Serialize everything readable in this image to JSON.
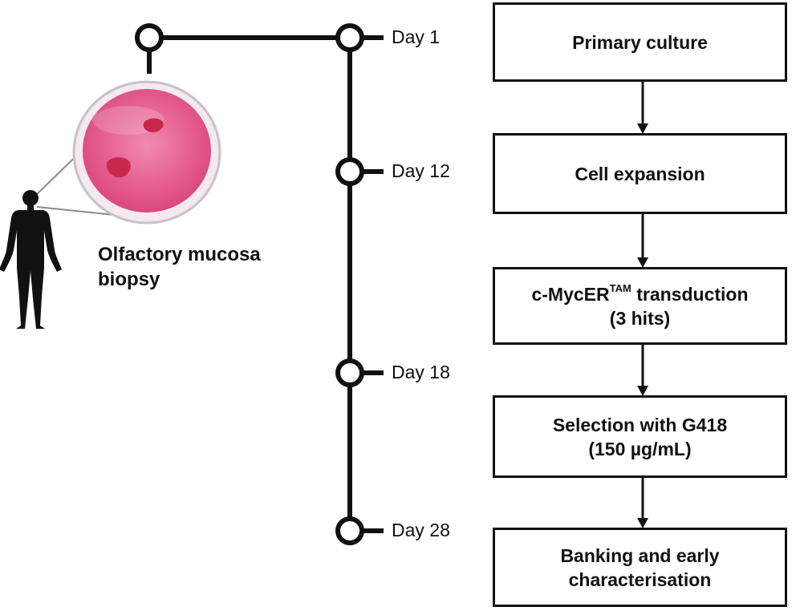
{
  "steps": {
    "primary_culture": "Primary culture",
    "cell_expansion": "Cell expansion",
    "transduction": {
      "prefix": "c-MycER",
      "superscript": "TAM",
      "suffix": " transduction",
      "line2": "(3 hits)"
    },
    "selection": {
      "line1": "Selection with G418",
      "line2": "(150 µg/mL)"
    },
    "banking": {
      "line1": "Banking and early",
      "line2": "characterisation"
    }
  },
  "timeline": {
    "day1": "Day 1",
    "day12": "Day 12",
    "day18": "Day 18",
    "day28": "Day 28"
  },
  "biopsy": {
    "line1": "Olfactory mucosa",
    "line2": "biopsy"
  },
  "colors": {
    "line": "#111111",
    "dish_medium": "#e45a8c",
    "tissue": "#c8284c",
    "silhouette": "#111111"
  }
}
